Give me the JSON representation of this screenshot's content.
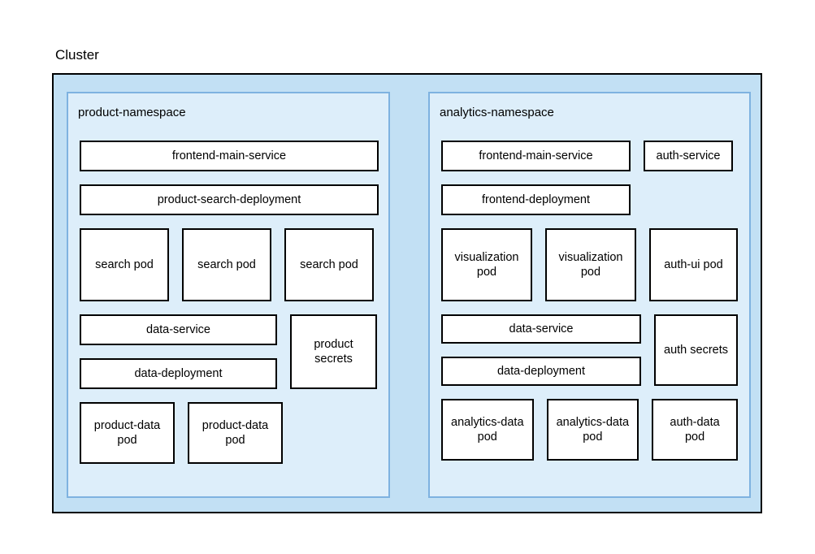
{
  "diagram": {
    "title": "Cluster",
    "colors": {
      "cluster_fill": "#c2e0f4",
      "cluster_border": "#000000",
      "namespace_fill": "#ddeefa",
      "namespace_border": "#7eb2e0",
      "node_fill": "#ffffff",
      "node_border": "#000000"
    },
    "namespaces": [
      {
        "name": "product-namespace",
        "nodes": {
          "frontend_service": "frontend-main-service",
          "search_deployment": "product-search-deployment",
          "search_pods": [
            "search pod",
            "search pod",
            "search pod"
          ],
          "data_service": "data-service",
          "data_deployment": "data-deployment",
          "secrets": "product\nsecrets",
          "data_pods": [
            "product-data\npod",
            "product-data\npod"
          ]
        }
      },
      {
        "name": "analytics-namespace",
        "nodes": {
          "frontend_service": "frontend-main-service",
          "auth_service": "auth-service",
          "frontend_deployment": "frontend-deployment",
          "visualization_pods": [
            "visualization\npod",
            "visualization\npod"
          ],
          "auth_ui_pod": "auth-ui pod",
          "data_service": "data-service",
          "data_deployment": "data-deployment",
          "auth_secrets": "auth secrets",
          "data_pods": [
            "analytics-data\npod",
            "analytics-data\npod"
          ],
          "auth_data_pod": "auth-data\npod"
        }
      }
    ]
  }
}
